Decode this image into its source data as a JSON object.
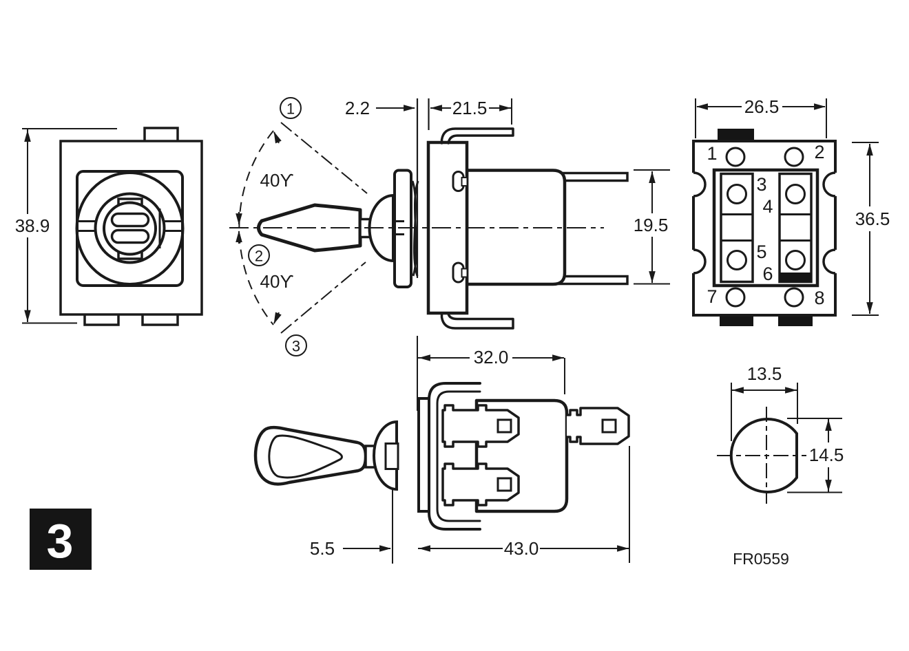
{
  "figure": {
    "number": "3",
    "drawing_code": "FR0559"
  },
  "front_view": {
    "height": "38.9"
  },
  "side_view": {
    "panel_thickness": "2.2",
    "mounting_depth": "21.5",
    "terminal_spacing": "19.5",
    "upper_angle": "40ϒ",
    "lower_angle": "40ϒ",
    "positions": [
      "1",
      "2",
      "3"
    ]
  },
  "rear_view": {
    "width": "26.5",
    "height": "36.5",
    "terminals": [
      "1",
      "2",
      "3",
      "4",
      "5",
      "6",
      "7",
      "8"
    ]
  },
  "bottom_view": {
    "body_length": "32.0",
    "bushing_length": "5.5",
    "overall_length": "43.0"
  },
  "mounting_hole": {
    "width": "13.5",
    "height": "14.5"
  }
}
